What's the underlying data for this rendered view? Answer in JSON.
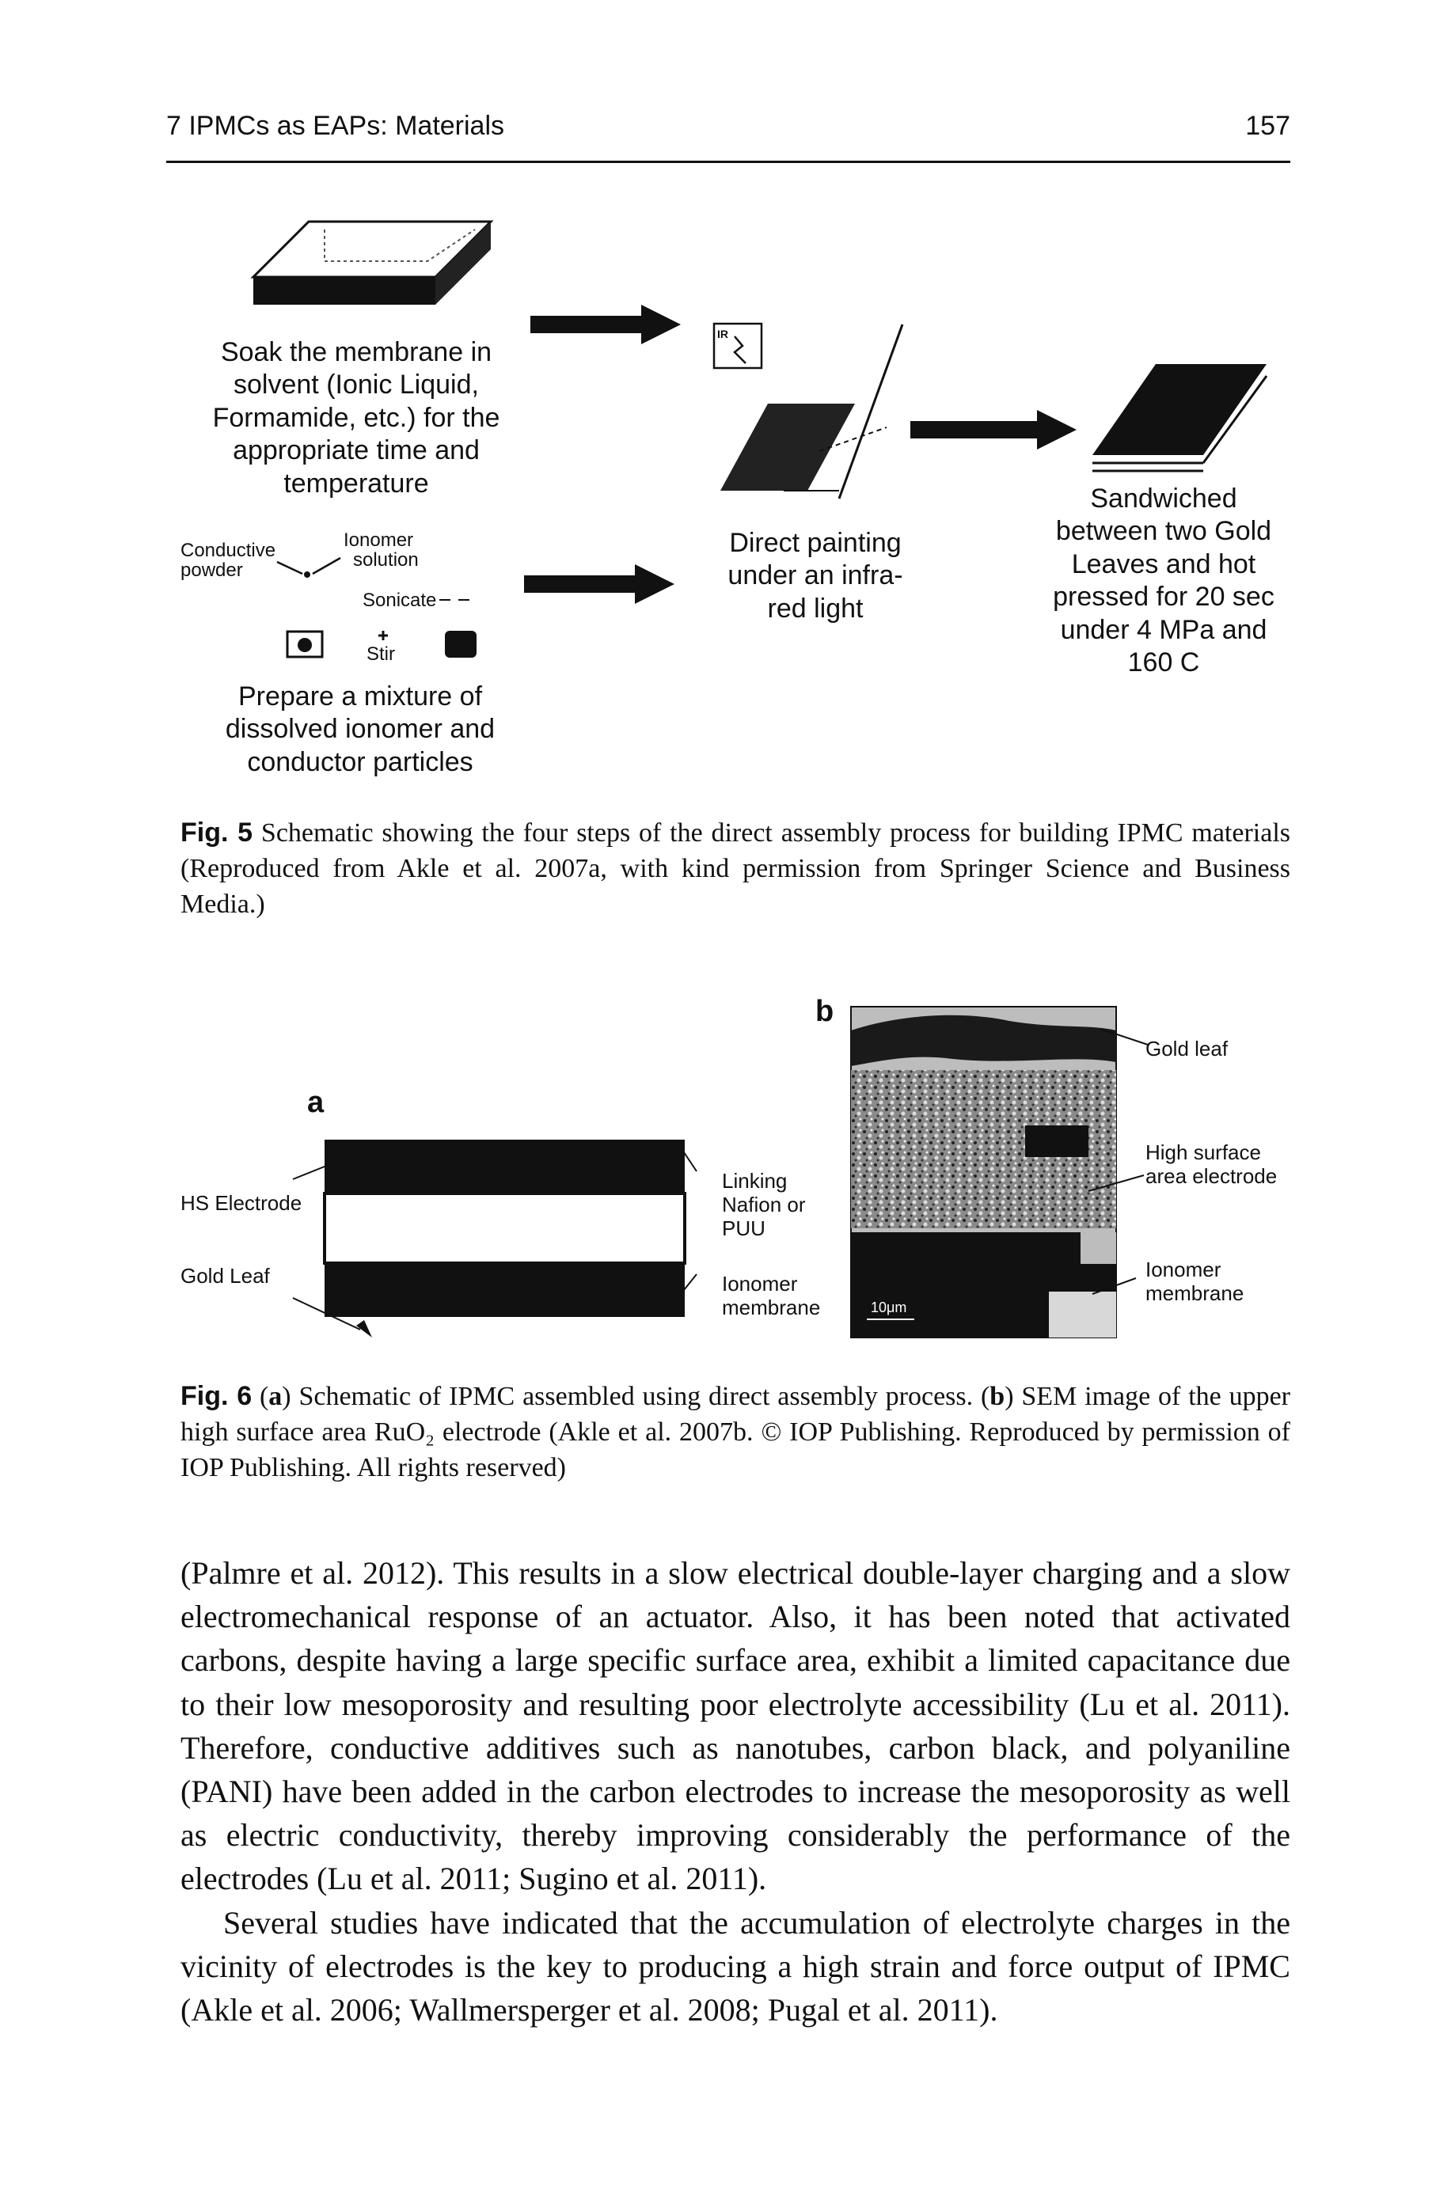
{
  "header": {
    "chapter": "7   IPMCs as EAPs: Materials",
    "page_number": "157"
  },
  "figure5": {
    "step1_text": [
      "Soak the membrane in",
      "solvent (Ionic Liquid,",
      "Formamide, etc.) for the",
      "appropriate time and",
      "temperature"
    ],
    "conductive_powder": [
      "Conductive",
      "powder"
    ],
    "ionomer_solution": [
      "Ionomer",
      "solution"
    ],
    "sonicate": "Sonicate",
    "stir": "Stir",
    "ir_label": "IR",
    "step2_text": [
      "Prepare a mixture of",
      "dissolved ionomer and",
      "conductor particles"
    ],
    "step3_text": [
      "Direct painting",
      "under an infra-",
      "red light"
    ],
    "step4_text": [
      "Sandwiched",
      "between two Gold",
      "Leaves and hot",
      "pressed for 20 sec",
      "under 4 MPa and",
      "160 C"
    ],
    "caption_label": "Fig. 5",
    "caption_text": "Schematic showing the four steps of the direct assembly process for building IPMC materials (Reproduced from Akle et al. 2007a, with kind permission from Springer Science and Business Media.)"
  },
  "figure6": {
    "panel_a_label": "a",
    "panel_b_label": "b",
    "hs_electrode": "HS Electrode",
    "gold_leaf_a": "Gold Leaf",
    "linking": [
      "Linking",
      "Nafion or",
      "PUU"
    ],
    "ionomer_membrane_a": [
      "Ionomer",
      "membrane"
    ],
    "gold_leaf_b": "Gold leaf",
    "high_surface": [
      "High surface",
      "area electrode"
    ],
    "ionomer_membrane_b": [
      "Ionomer",
      "membrane"
    ],
    "scale_bar": "10μm",
    "caption_label": "Fig. 6",
    "caption_a": "a",
    "caption_part1": "Schematic of IPMC assembled using direct assembly process. (",
    "caption_b": "b",
    "caption_part2": ") SEM image of the upper high surface area RuO₂ electrode (Akle et al. 2007b. © IOP Publishing. Reproduced by permission of IOP Publishing. All rights reserved)"
  },
  "body": {
    "paragraph1": "(Palmre et al. 2012). This results in a slow electrical double-layer charging and a slow electromechanical response of an actuator. Also, it has been noted that activated carbons, despite having a large specific surface area, exhibit a limited capacitance due to their low mesoporosity and resulting poor electrolyte accessibility (Lu et al. 2011). Therefore, conductive additives such as nanotubes, carbon black, and polyaniline (PANI) have been added in the carbon electrodes to increase the mesoporosity as well as electric conductivity, thereby improving considerably the performance of the electrodes (Lu et al. 2011; Sugino et al. 2011).",
    "paragraph2": "Several studies have indicated that the accumulation of electrolyte charges in the vicinity of electrodes is the key to producing a high strain and force output of IPMC (Akle et al. 2006; Wallmersperger et al. 2008; Pugal et al. 2011)."
  }
}
